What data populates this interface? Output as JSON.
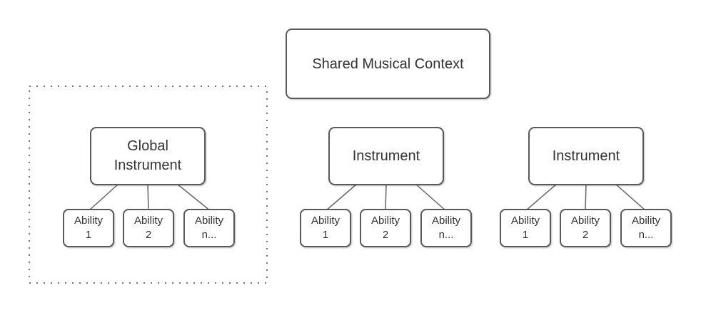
{
  "diagram": {
    "root_label": "Shared Musical Context",
    "groups": [
      {
        "id": "global-instrument-group",
        "boundary": "dotted",
        "parent_label": "Global\nInstrument",
        "abilities": [
          "Ability\n1",
          "Ability\n2",
          "Ability\nn..."
        ]
      },
      {
        "id": "instrument-group-1",
        "boundary": "none",
        "parent_label": "Instrument",
        "abilities": [
          "Ability\n1",
          "Ability\n2",
          "Ability\nn..."
        ]
      },
      {
        "id": "instrument-group-2",
        "boundary": "none",
        "parent_label": "Instrument",
        "abilities": [
          "Ability\n1",
          "Ability\n2",
          "Ability\nn..."
        ]
      }
    ]
  },
  "colors": {
    "background": "#ffffff",
    "node_fill": "#ffffff",
    "node_border": "#595959",
    "text": "#333333",
    "connector": "#666666",
    "dotted_boundary": "#757575"
  }
}
